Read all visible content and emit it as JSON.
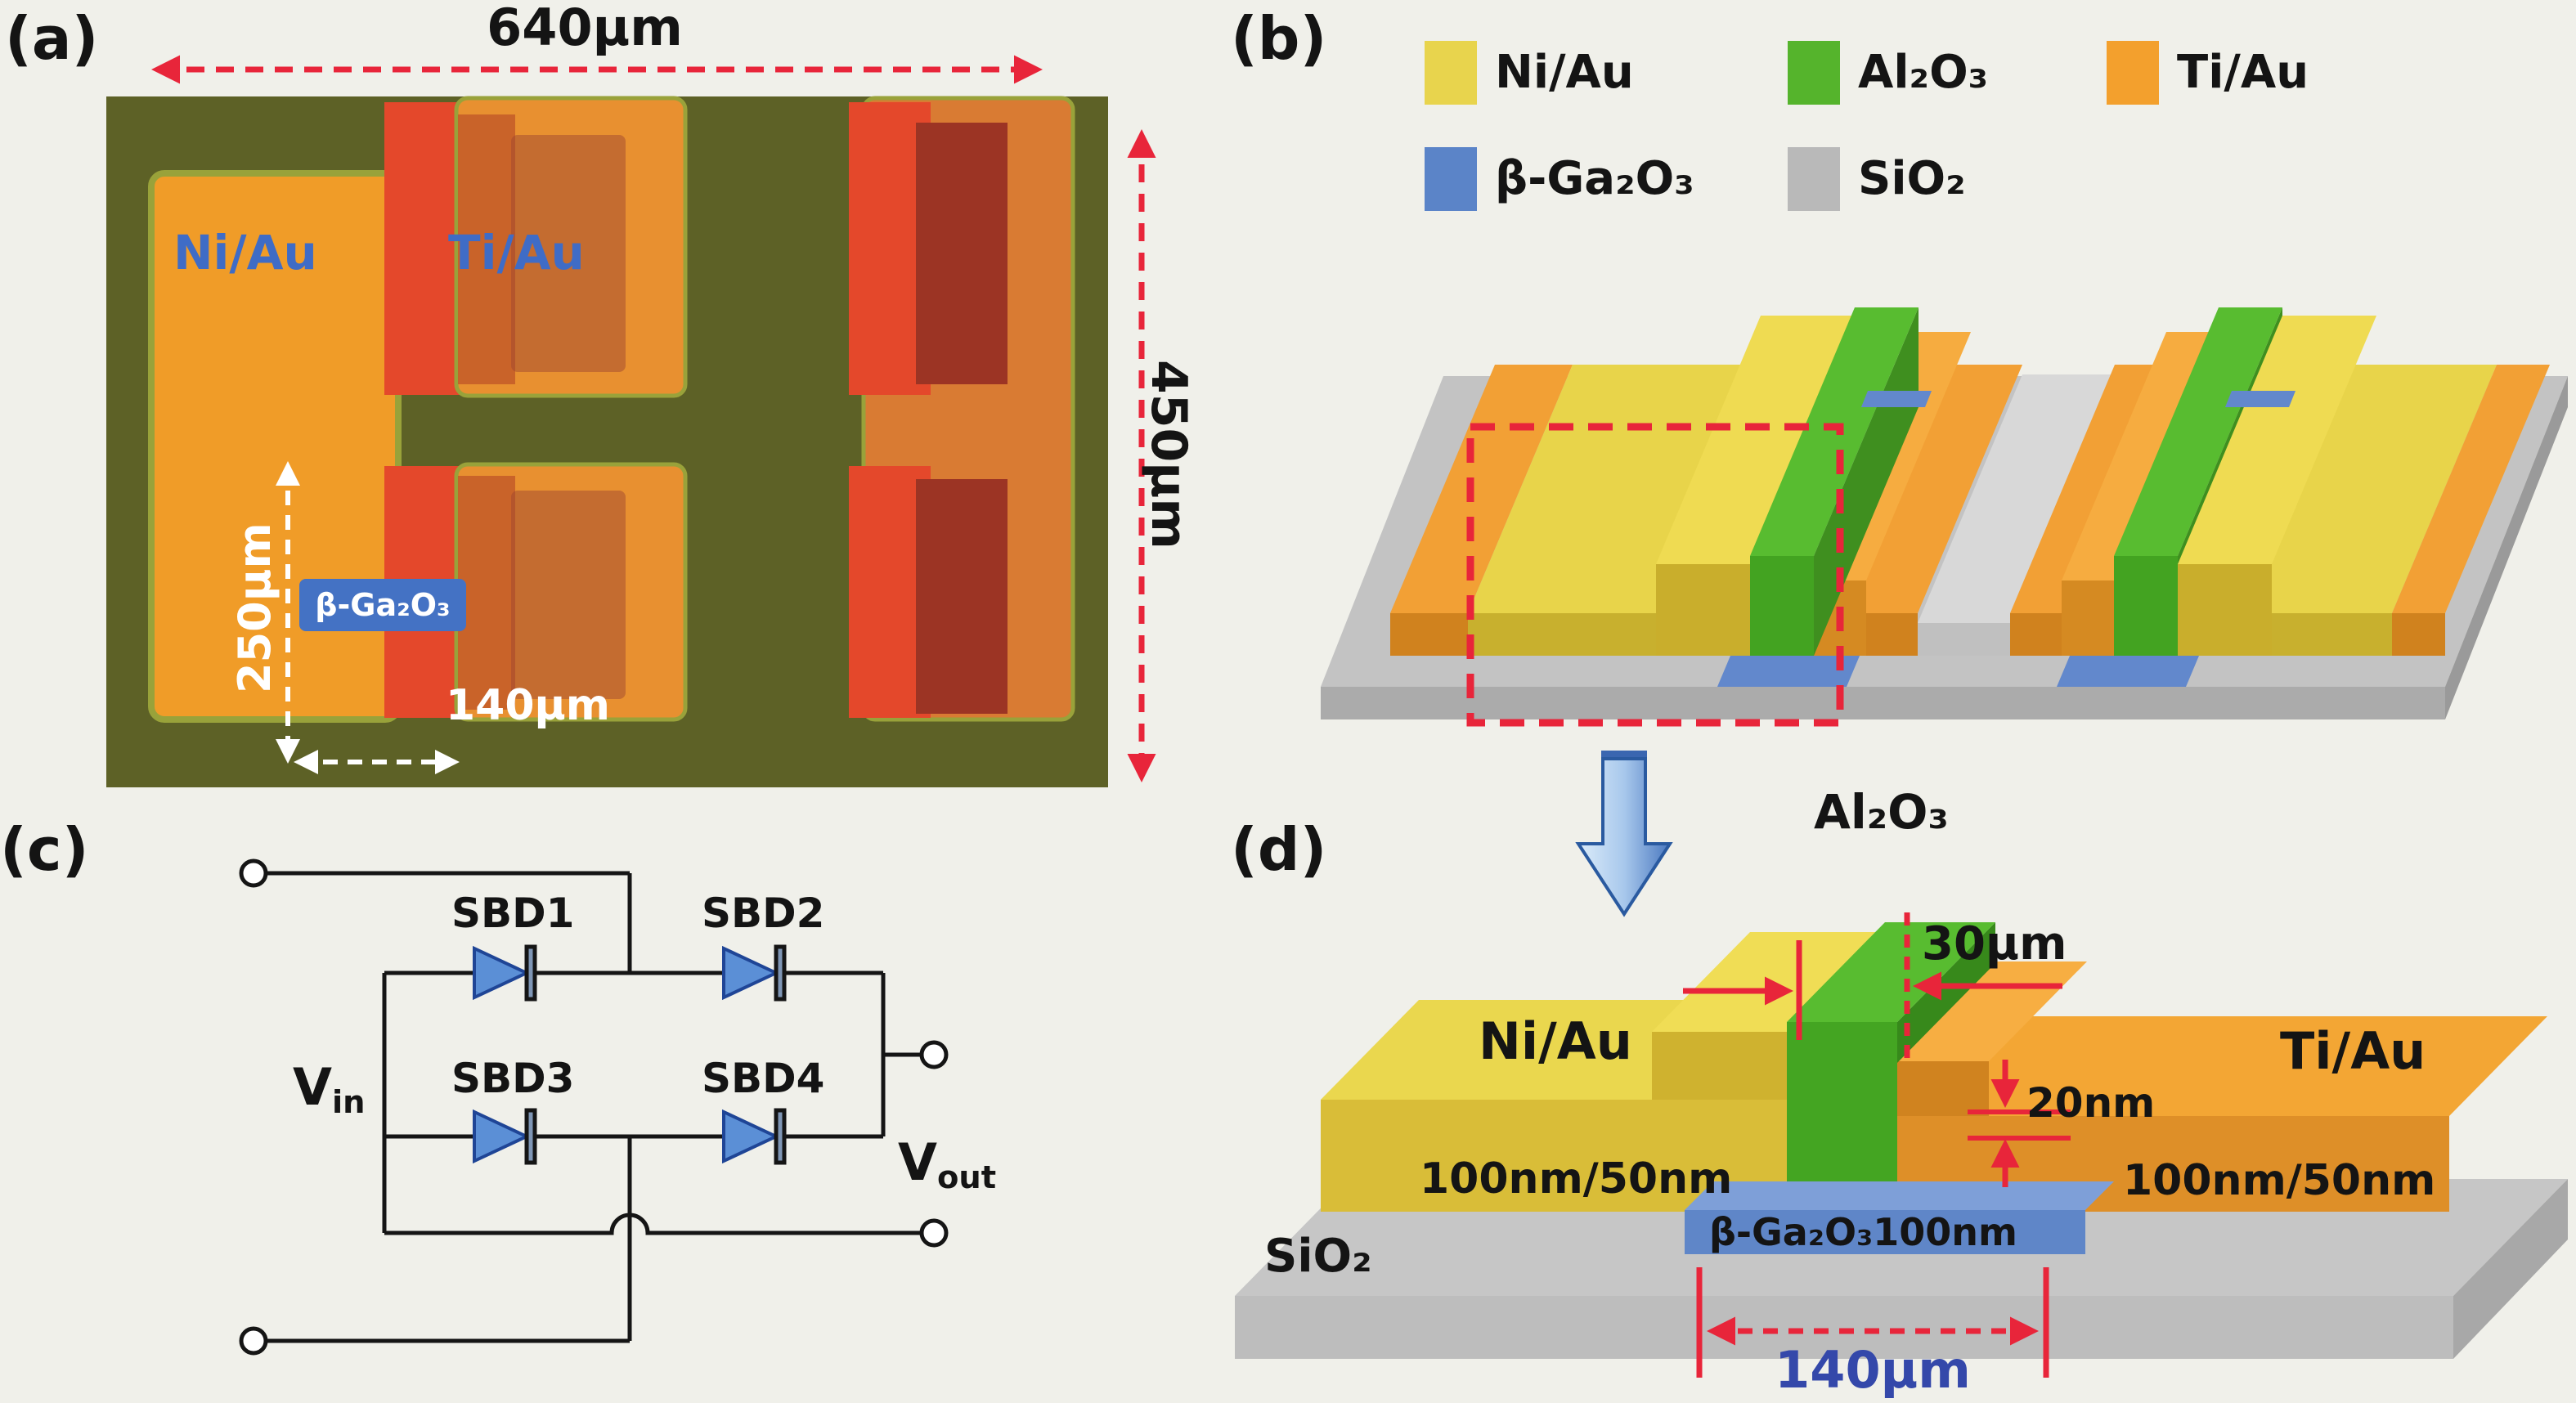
{
  "figure": {
    "panel_a": {
      "label": "(a)",
      "width_dim": "640μm",
      "height_dim": "450μm",
      "pad_height_dim": "250μm",
      "pad_width_dim": "140μm",
      "anode_label": "Ni/Au",
      "cathode_label": "Ti/Au",
      "channel_label": "β-Ga₂O₃"
    },
    "panel_b": {
      "label": "(b)",
      "legend": [
        {
          "label": "Ni/Au",
          "color": "#e8d44d"
        },
        {
          "label": "Al₂O₃",
          "color": "#55b42c"
        },
        {
          "label": "Ti/Au",
          "color": "#f3a02d"
        },
        {
          "label": "β-Ga₂O₃",
          "color": "#5b84c8"
        },
        {
          "label": "SiO₂",
          "color": "#b9b9b9"
        }
      ]
    },
    "panel_c": {
      "label": "(c)",
      "diodes": [
        {
          "label": "SBD1"
        },
        {
          "label": "SBD2"
        },
        {
          "label": "SBD3"
        },
        {
          "label": "SBD4"
        }
      ],
      "v_in": {
        "main": "V",
        "sub": "in"
      },
      "v_out": {
        "main": "V",
        "sub": "out"
      }
    },
    "panel_d": {
      "label": "(d)",
      "oxide_label": "Al₂O₃",
      "anode_label": "Ni/Au",
      "cathode_label": "Ti/Au",
      "gap_dim": "30μm",
      "oxide_thickness": "20nm",
      "anode_thickness": "100nm/50nm",
      "channel_label": "β-Ga₂O₃100nm",
      "cathode_thickness": "100nm/50nm",
      "substrate_label": "SiO₂",
      "width_dim": "140μm"
    }
  }
}
